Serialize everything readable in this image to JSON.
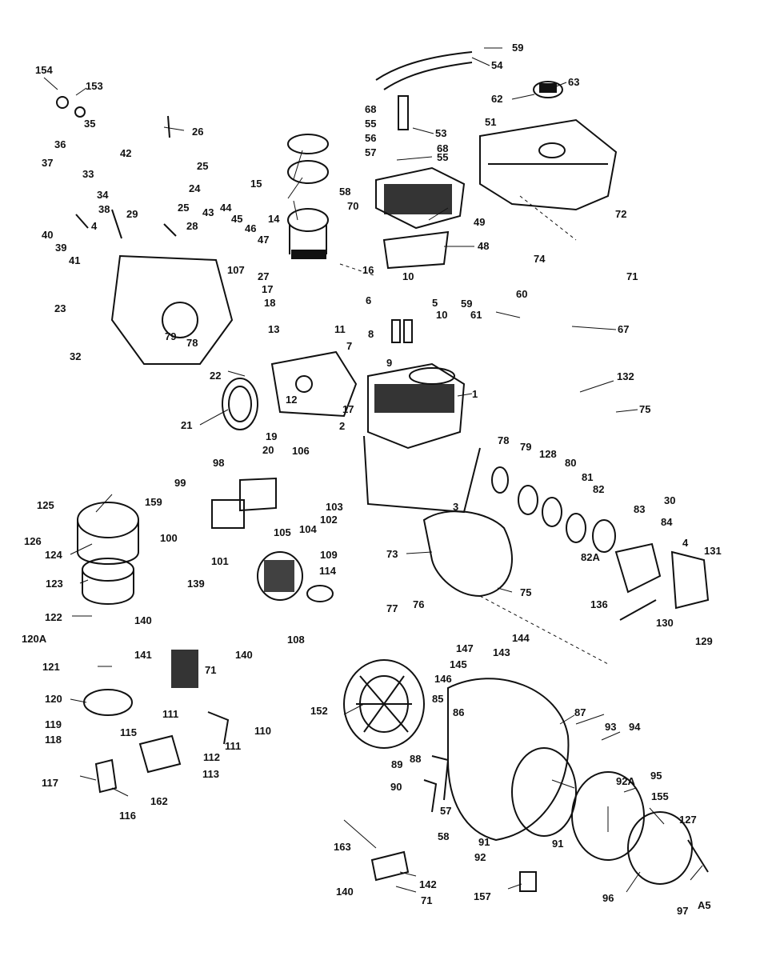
{
  "diagram": {
    "callouts": [
      {
        "id": "59a",
        "text": "59"
      },
      {
        "id": "54",
        "text": "54"
      },
      {
        "id": "63",
        "text": "63"
      },
      {
        "id": "62",
        "text": "62"
      },
      {
        "id": "154",
        "text": "154"
      },
      {
        "id": "153",
        "text": "153"
      },
      {
        "id": "68a",
        "text": "68"
      },
      {
        "id": "55a",
        "text": "55"
      },
      {
        "id": "56",
        "text": "56"
      },
      {
        "id": "57a",
        "text": "57"
      },
      {
        "id": "53",
        "text": "53"
      },
      {
        "id": "68b",
        "text": "68"
      },
      {
        "id": "55b",
        "text": "55"
      },
      {
        "id": "51",
        "text": "51"
      },
      {
        "id": "35",
        "text": "35"
      },
      {
        "id": "26",
        "text": "26"
      },
      {
        "id": "36",
        "text": "36"
      },
      {
        "id": "33",
        "text": "33"
      },
      {
        "id": "42",
        "text": "42"
      },
      {
        "id": "37",
        "text": "37"
      },
      {
        "id": "34",
        "text": "34"
      },
      {
        "id": "38",
        "text": "38"
      },
      {
        "id": "40",
        "text": "40"
      },
      {
        "id": "39",
        "text": "39"
      },
      {
        "id": "41",
        "text": "41"
      },
      {
        "id": "25a",
        "text": "25"
      },
      {
        "id": "24",
        "text": "24"
      },
      {
        "id": "15",
        "text": "15"
      },
      {
        "id": "58a",
        "text": "58"
      },
      {
        "id": "70",
        "text": "70"
      },
      {
        "id": "49",
        "text": "49"
      },
      {
        "id": "4a",
        "text": "4"
      },
      {
        "id": "29",
        "text": "29"
      },
      {
        "id": "25b",
        "text": "25"
      },
      {
        "id": "43",
        "text": "43"
      },
      {
        "id": "28",
        "text": "28"
      },
      {
        "id": "44",
        "text": "44"
      },
      {
        "id": "45",
        "text": "45"
      },
      {
        "id": "46",
        "text": "46"
      },
      {
        "id": "14",
        "text": "14"
      },
      {
        "id": "47",
        "text": "47"
      },
      {
        "id": "72",
        "text": "72"
      },
      {
        "id": "48",
        "text": "48"
      },
      {
        "id": "74",
        "text": "74"
      },
      {
        "id": "71a",
        "text": "71"
      },
      {
        "id": "107",
        "text": "107"
      },
      {
        "id": "27",
        "text": "27"
      },
      {
        "id": "16",
        "text": "16"
      },
      {
        "id": "10a",
        "text": "10"
      },
      {
        "id": "17a",
        "text": "17"
      },
      {
        "id": "6",
        "text": "6"
      },
      {
        "id": "5",
        "text": "5"
      },
      {
        "id": "18",
        "text": "18"
      },
      {
        "id": "23",
        "text": "23"
      },
      {
        "id": "59b",
        "text": "59"
      },
      {
        "id": "61",
        "text": "61"
      },
      {
        "id": "60",
        "text": "60"
      },
      {
        "id": "10b",
        "text": "10"
      },
      {
        "id": "67",
        "text": "67"
      },
      {
        "id": "13",
        "text": "13"
      },
      {
        "id": "79a",
        "text": "79"
      },
      {
        "id": "78a",
        "text": "78"
      },
      {
        "id": "11",
        "text": "11"
      },
      {
        "id": "8",
        "text": "8"
      },
      {
        "id": "32",
        "text": "32"
      },
      {
        "id": "7",
        "text": "7"
      },
      {
        "id": "9",
        "text": "9"
      },
      {
        "id": "22",
        "text": "22"
      },
      {
        "id": "132",
        "text": "132"
      },
      {
        "id": "12",
        "text": "12"
      },
      {
        "id": "1",
        "text": "1"
      },
      {
        "id": "17b",
        "text": "17"
      },
      {
        "id": "75a",
        "text": "75"
      },
      {
        "id": "21",
        "text": "21"
      },
      {
        "id": "19",
        "text": "19"
      },
      {
        "id": "2",
        "text": "2"
      },
      {
        "id": "20",
        "text": "20"
      },
      {
        "id": "106",
        "text": "106"
      },
      {
        "id": "78b",
        "text": "78"
      },
      {
        "id": "79b",
        "text": "79"
      },
      {
        "id": "128",
        "text": "128"
      },
      {
        "id": "80",
        "text": "80"
      },
      {
        "id": "98",
        "text": "98"
      },
      {
        "id": "81",
        "text": "81"
      },
      {
        "id": "99",
        "text": "99"
      },
      {
        "id": "82",
        "text": "82"
      },
      {
        "id": "103",
        "text": "103"
      },
      {
        "id": "125",
        "text": "125"
      },
      {
        "id": "159",
        "text": "159"
      },
      {
        "id": "3",
        "text": "3"
      },
      {
        "id": "102",
        "text": "102"
      },
      {
        "id": "83",
        "text": "83"
      },
      {
        "id": "30",
        "text": "30"
      },
      {
        "id": "105",
        "text": "105"
      },
      {
        "id": "104",
        "text": "104"
      },
      {
        "id": "126",
        "text": "126"
      },
      {
        "id": "84",
        "text": "84"
      },
      {
        "id": "100",
        "text": "100"
      },
      {
        "id": "4b",
        "text": "4"
      },
      {
        "id": "124",
        "text": "124"
      },
      {
        "id": "101",
        "text": "101"
      },
      {
        "id": "131",
        "text": "131"
      },
      {
        "id": "82A",
        "text": "82A"
      },
      {
        "id": "73",
        "text": "73"
      },
      {
        "id": "109",
        "text": "109"
      },
      {
        "id": "114",
        "text": "114"
      },
      {
        "id": "123",
        "text": "123"
      },
      {
        "id": "139",
        "text": "139"
      },
      {
        "id": "75b",
        "text": "75"
      },
      {
        "id": "136",
        "text": "136"
      },
      {
        "id": "77",
        "text": "77"
      },
      {
        "id": "76",
        "text": "76"
      },
      {
        "id": "122",
        "text": "122"
      },
      {
        "id": "140a",
        "text": "140"
      },
      {
        "id": "130",
        "text": "130"
      },
      {
        "id": "108",
        "text": "108"
      },
      {
        "id": "120A",
        "text": "120A"
      },
      {
        "id": "129",
        "text": "129"
      },
      {
        "id": "144",
        "text": "144"
      },
      {
        "id": "147",
        "text": "147"
      },
      {
        "id": "143",
        "text": "143"
      },
      {
        "id": "141",
        "text": "141"
      },
      {
        "id": "71b",
        "text": "71"
      },
      {
        "id": "140b",
        "text": "140"
      },
      {
        "id": "145",
        "text": "145"
      },
      {
        "id": "121",
        "text": "121"
      },
      {
        "id": "146",
        "text": "146"
      },
      {
        "id": "120",
        "text": "120"
      },
      {
        "id": "85",
        "text": "85"
      },
      {
        "id": "86",
        "text": "86"
      },
      {
        "id": "152",
        "text": "152"
      },
      {
        "id": "87",
        "text": "87"
      },
      {
        "id": "119",
        "text": "119"
      },
      {
        "id": "111a",
        "text": "111"
      },
      {
        "id": "110",
        "text": "110"
      },
      {
        "id": "118",
        "text": "118"
      },
      {
        "id": "93",
        "text": "93"
      },
      {
        "id": "94",
        "text": "94"
      },
      {
        "id": "115",
        "text": "115"
      },
      {
        "id": "111b",
        "text": "111"
      },
      {
        "id": "112",
        "text": "112"
      },
      {
        "id": "88",
        "text": "88"
      },
      {
        "id": "89",
        "text": "89"
      },
      {
        "id": "113",
        "text": "113"
      },
      {
        "id": "92A",
        "text": "92A"
      },
      {
        "id": "95",
        "text": "95"
      },
      {
        "id": "90",
        "text": "90"
      },
      {
        "id": "117",
        "text": "117"
      },
      {
        "id": "162",
        "text": "162"
      },
      {
        "id": "155",
        "text": "155"
      },
      {
        "id": "116",
        "text": "116"
      },
      {
        "id": "57b",
        "text": "57"
      },
      {
        "id": "127",
        "text": "127"
      },
      {
        "id": "58b",
        "text": "58"
      },
      {
        "id": "91a",
        "text": "91"
      },
      {
        "id": "163",
        "text": "163"
      },
      {
        "id": "92",
        "text": "92"
      },
      {
        "id": "91b",
        "text": "91"
      },
      {
        "id": "142",
        "text": "142"
      },
      {
        "id": "140c",
        "text": "140"
      },
      {
        "id": "71c",
        "text": "71"
      },
      {
        "id": "157",
        "text": "157"
      },
      {
        "id": "96",
        "text": "96"
      },
      {
        "id": "97",
        "text": "97"
      },
      {
        "id": "A5",
        "text": "A5"
      }
    ]
  }
}
